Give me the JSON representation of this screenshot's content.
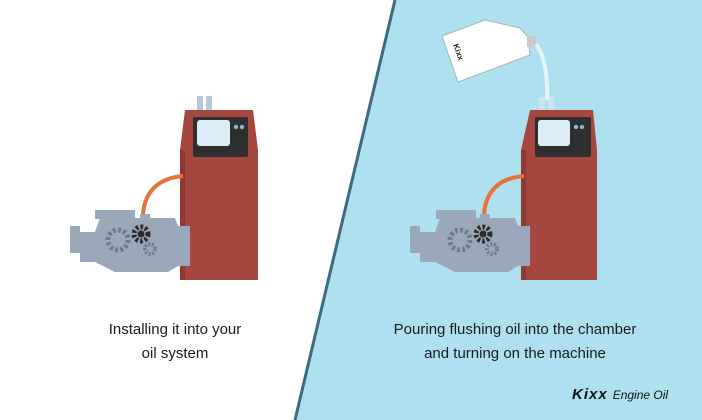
{
  "panels": [
    {
      "id": "step-install",
      "caption_line1": "Installing it into your",
      "caption_line2": "oil system",
      "background": "#ffffff"
    },
    {
      "id": "step-pour",
      "caption_line1": "Pouring flushing oil into the chamber",
      "caption_line2": "and turning on the machine",
      "background": "#aee0ef"
    }
  ],
  "bottle": {
    "label": "Kixx"
  },
  "logo": {
    "brand": "Kixx",
    "product": "Engine Oil"
  },
  "colors": {
    "machine": "#a6473f",
    "engine": "#9ba8b9",
    "hose": "#e8733a",
    "panel_right": "#aee0ef",
    "divider": "#3c6a80",
    "screen": "#2f2f2f"
  }
}
